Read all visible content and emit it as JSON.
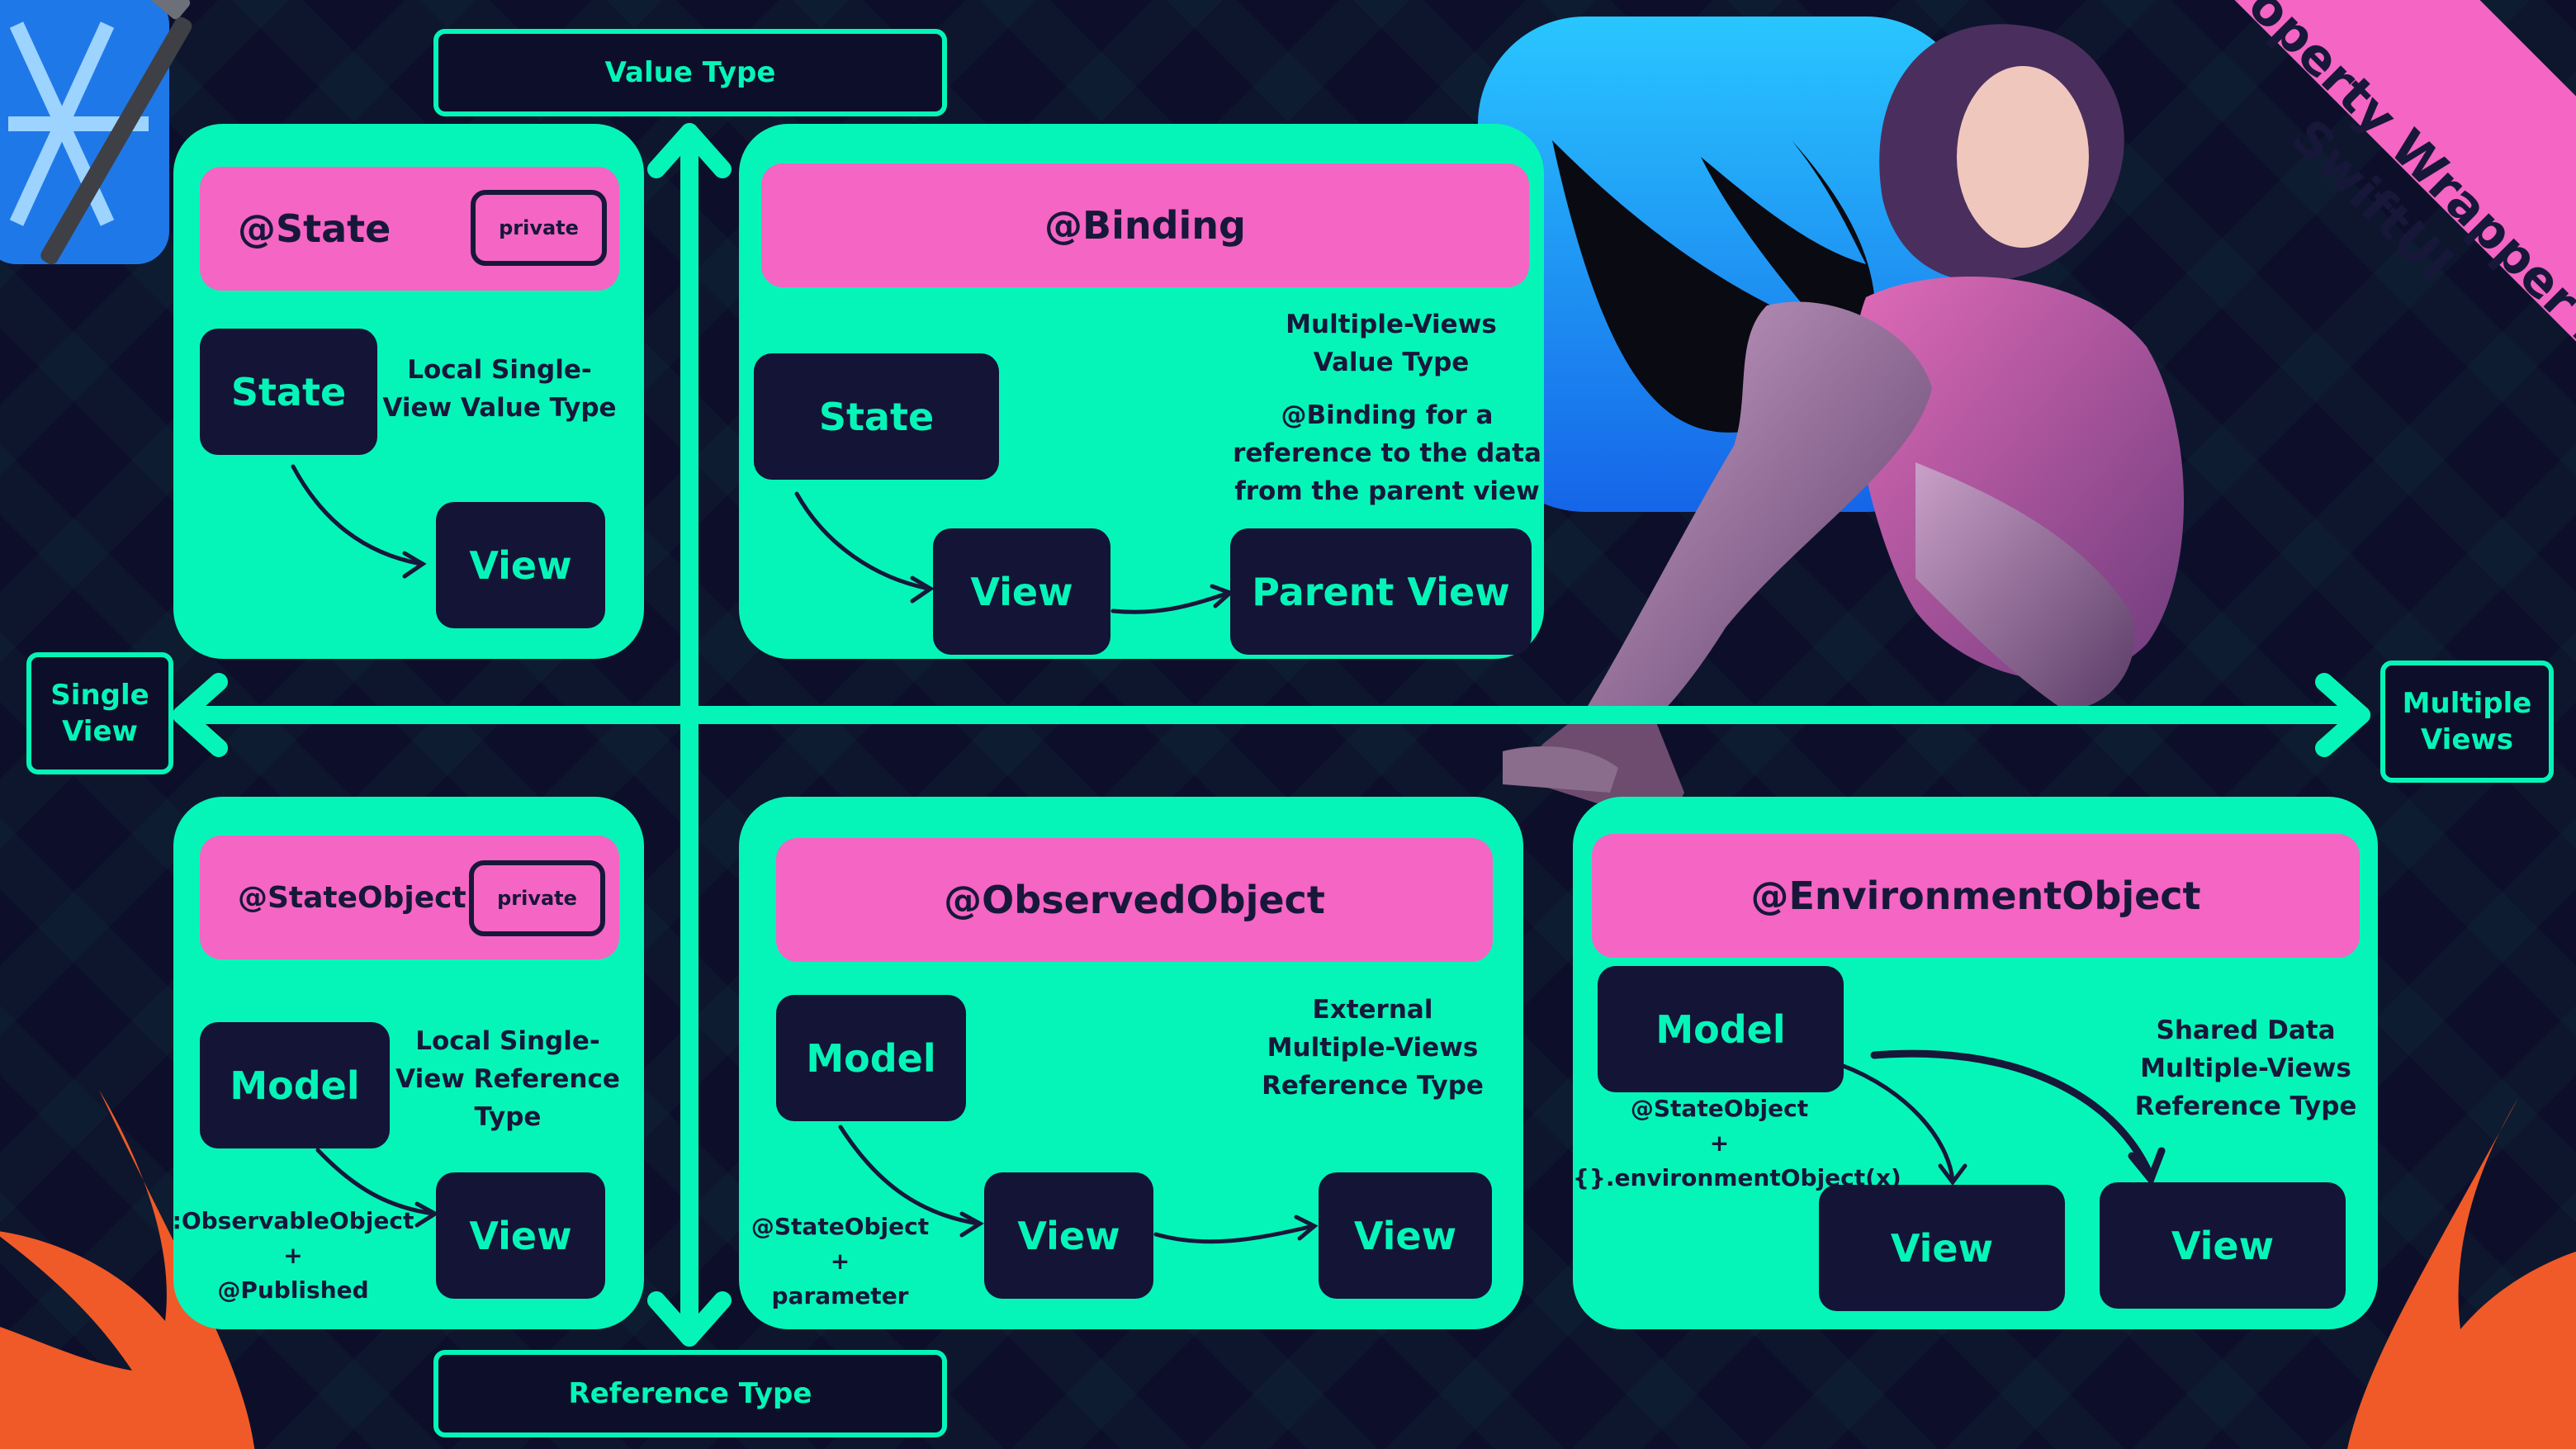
{
  "axes": {
    "top": "Value Type",
    "bottom": "Reference Type",
    "left": "Single View",
    "right": "Multiple Views"
  },
  "title": "Property Wrapper in SwiftUI",
  "state_panel": {
    "banner": "@State",
    "badge": "private",
    "source": "State",
    "target": "View",
    "description": "Local Single-View Value Type"
  },
  "binding_panel": {
    "banner": "@Binding",
    "source": "State",
    "middle": "View",
    "target": "Parent View",
    "desc1": "Multiple-Views Value Type",
    "desc2": "@Binding for a reference to the data from the parent view"
  },
  "stateobject_panel": {
    "banner": "@StateObject",
    "badge": "private",
    "source": "Model",
    "target": "View",
    "description": "Local Single-View Reference Type",
    "note_line1": ":ObservableObject",
    "note_line2": "+",
    "note_line3": "@Published"
  },
  "observed_panel": {
    "banner": "@ObservedObject",
    "source": "Model",
    "middle": "View",
    "target": "View",
    "description": "External Multiple-Views Reference Type",
    "note_line1": "@StateObject",
    "note_line2": "+",
    "note_line3": "parameter"
  },
  "environment_panel": {
    "banner": "@EnvironmentObject",
    "source": "Model",
    "target1": "View",
    "target2": "View",
    "description": "Shared Data Multiple-Views Reference Type",
    "note_line1": "@StateObject",
    "note_line2": "+",
    "note_line3": "{}.environmentObject(x)"
  },
  "colors": {
    "background": "#0d0f2a",
    "panel": "#05f5b8",
    "banner": "#f565c3",
    "node": "#141437",
    "swift_orange": "#f05a28",
    "swift_blue": "#1a8cf0"
  },
  "icons": [
    "xcode-icon",
    "swiftui-logo-icon",
    "swift-bird-icon",
    "character-illustration"
  ]
}
